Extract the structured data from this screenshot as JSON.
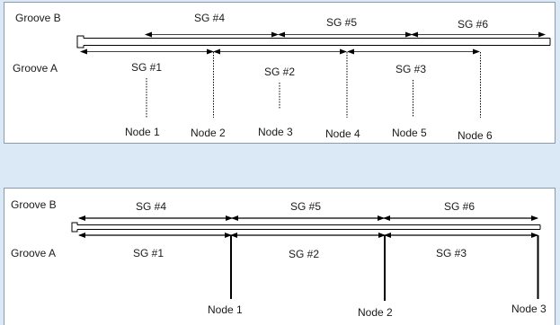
{
  "top": {
    "groove_b": "Groove B",
    "groove_a": "Groove A",
    "sg": [
      "SG #1",
      "SG #2",
      "SG #3",
      "SG #4",
      "SG #5",
      "SG #6"
    ],
    "nodes": [
      "Node 1",
      "Node 2",
      "Node 3",
      "Node 4",
      "Node 5",
      "Node 6"
    ]
  },
  "bottom": {
    "groove_b": "Groove B",
    "groove_a": "Groove A",
    "sg": [
      "SG #1",
      "SG #2",
      "SG #3",
      "SG #4",
      "SG #5",
      "SG #6"
    ],
    "nodes": [
      "Node 1",
      "Node 2",
      "Node 3"
    ]
  },
  "colors": {
    "background": "#dbe8f5",
    "panel_border": "#8a9bb0",
    "line": "#000000"
  }
}
